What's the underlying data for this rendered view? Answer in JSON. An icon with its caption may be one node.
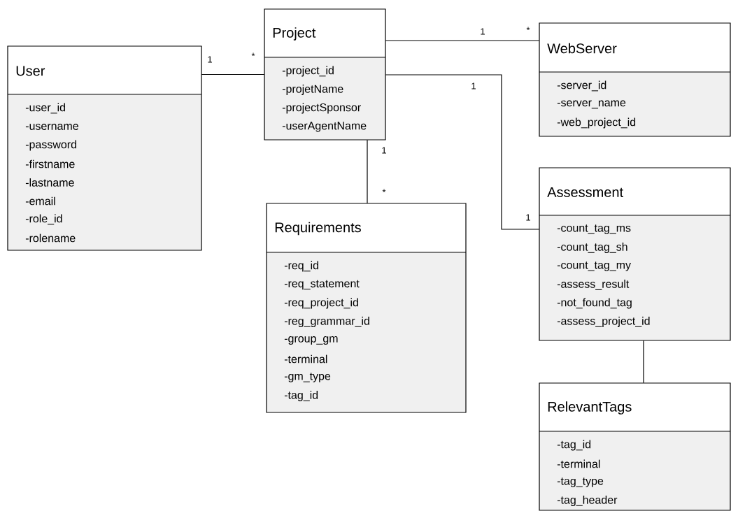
{
  "diagram": {
    "nodes": [
      {
        "text": [
          "User",
          "-user_id",
          "-username",
          "-password",
          "-firstname",
          "-lastname",
          "-email",
          "-role_id",
          "-rolename"
        ]
      },
      {
        "text": [
          "Project",
          "-project_id",
          "-projetName",
          "-projectSponsor",
          "-userAgentName"
        ]
      },
      {
        "text": [
          "WebServer",
          "-server_id",
          "-server_name",
          "-web_project_id"
        ]
      },
      {
        "text": [
          "Requirements",
          "-req_id",
          "-req_statement",
          "-req_project_id",
          "-reg_grammar_id",
          "-group_gm",
          "-terminal",
          "-gm_type",
          "-tag_id"
        ]
      },
      {
        "text": [
          "Assessment",
          "-count_tag_ms",
          "-count_tag_sh",
          "-count_tag_my",
          "-assess_result",
          "-not_found_tag",
          "-assess_project_id"
        ]
      },
      {
        "text": [
          "RelevantTags",
          "-tag_id",
          "-terminal",
          "-tag_type",
          "-tag_header"
        ]
      }
    ],
    "edges": [
      {
        "from": 0,
        "to": 1,
        "arrow": "none"
      },
      {
        "from": 1,
        "to": 2,
        "arrow": "none"
      },
      {
        "from": 1,
        "to": 3,
        "arrow": "none"
      },
      {
        "from": 1,
        "to": 4,
        "arrow": "none"
      },
      {
        "from": 4,
        "to": 5,
        "arrow": "none"
      }
    ],
    "labels": [
      "1",
      "*",
      "*",
      "1",
      "1",
      "1",
      "*",
      "1"
    ]
  }
}
